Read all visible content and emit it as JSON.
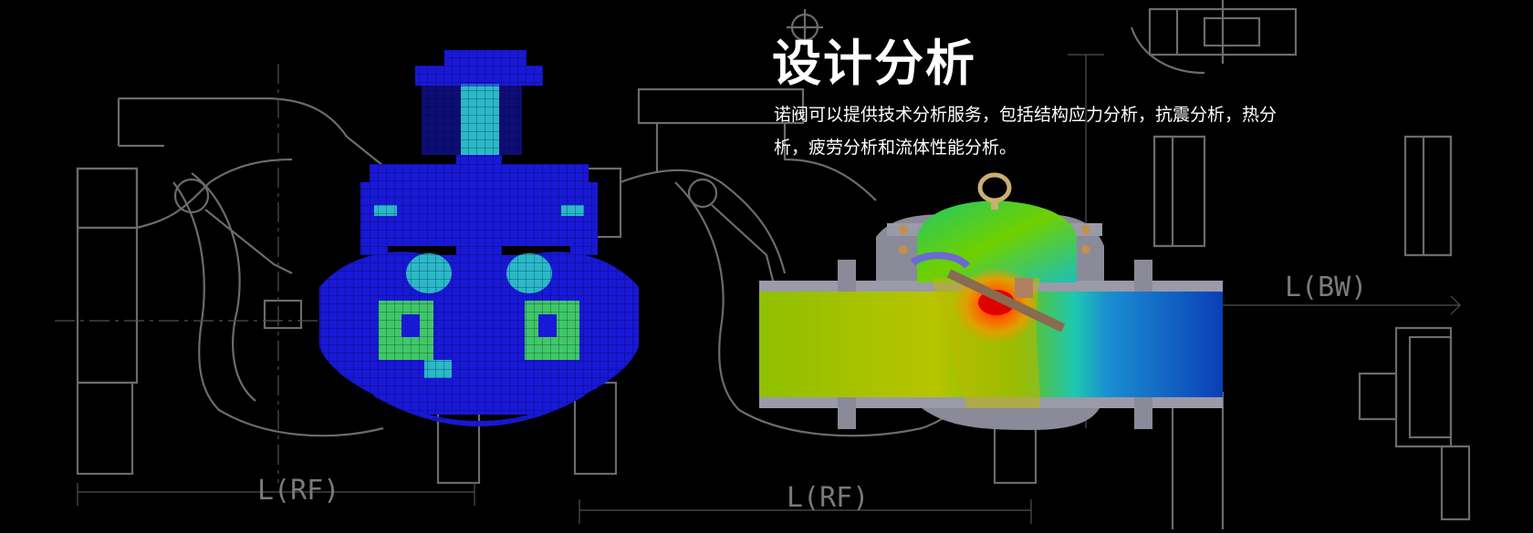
{
  "banner": {
    "title": "设计分析",
    "description": "诺阀可以提供技术分析服务，包括结构应力分析，抗震分析，热分析，疲劳分析和流体性能分析。"
  },
  "drawing_labels": {
    "left_length": "L(RF)",
    "center_length": "L(RF)",
    "right_length": "L(BW)"
  },
  "colors": {
    "background": "#000000",
    "cad_lines": "#6b6b6b",
    "fea_mesh": "#1a1ad8",
    "title_text": "#ffffff"
  }
}
